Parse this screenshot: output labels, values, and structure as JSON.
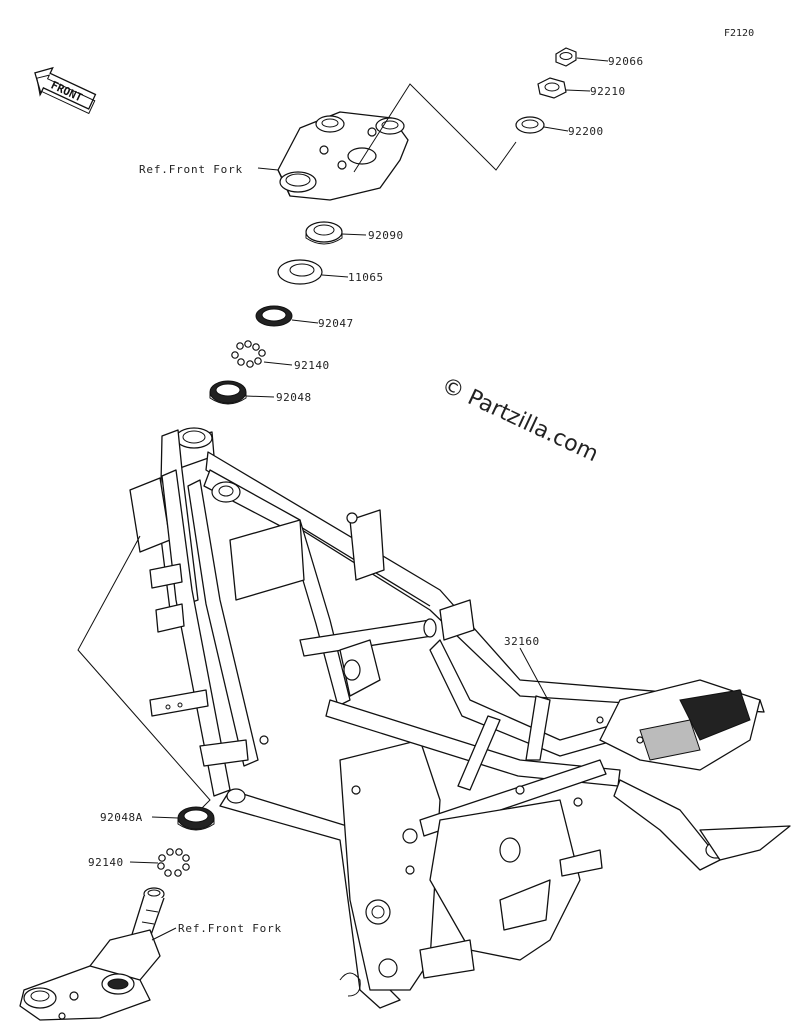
{
  "figure_code": "F2120",
  "watermark": "© Partzilla.com",
  "front_arrow_label": "FRONT",
  "refs": {
    "front_fork_top": "Ref.Front Fork",
    "front_fork_bottom": "Ref.Front Fork"
  },
  "parts": {
    "p92066": "92066",
    "p92210": "92210",
    "p92200": "92200",
    "p92090": "92090",
    "p11065": "11065",
    "p92047": "92047",
    "p92140a": "92140",
    "p92048": "92048",
    "p32160": "32160",
    "p92048A": "92048A",
    "p92140b": "92140"
  }
}
